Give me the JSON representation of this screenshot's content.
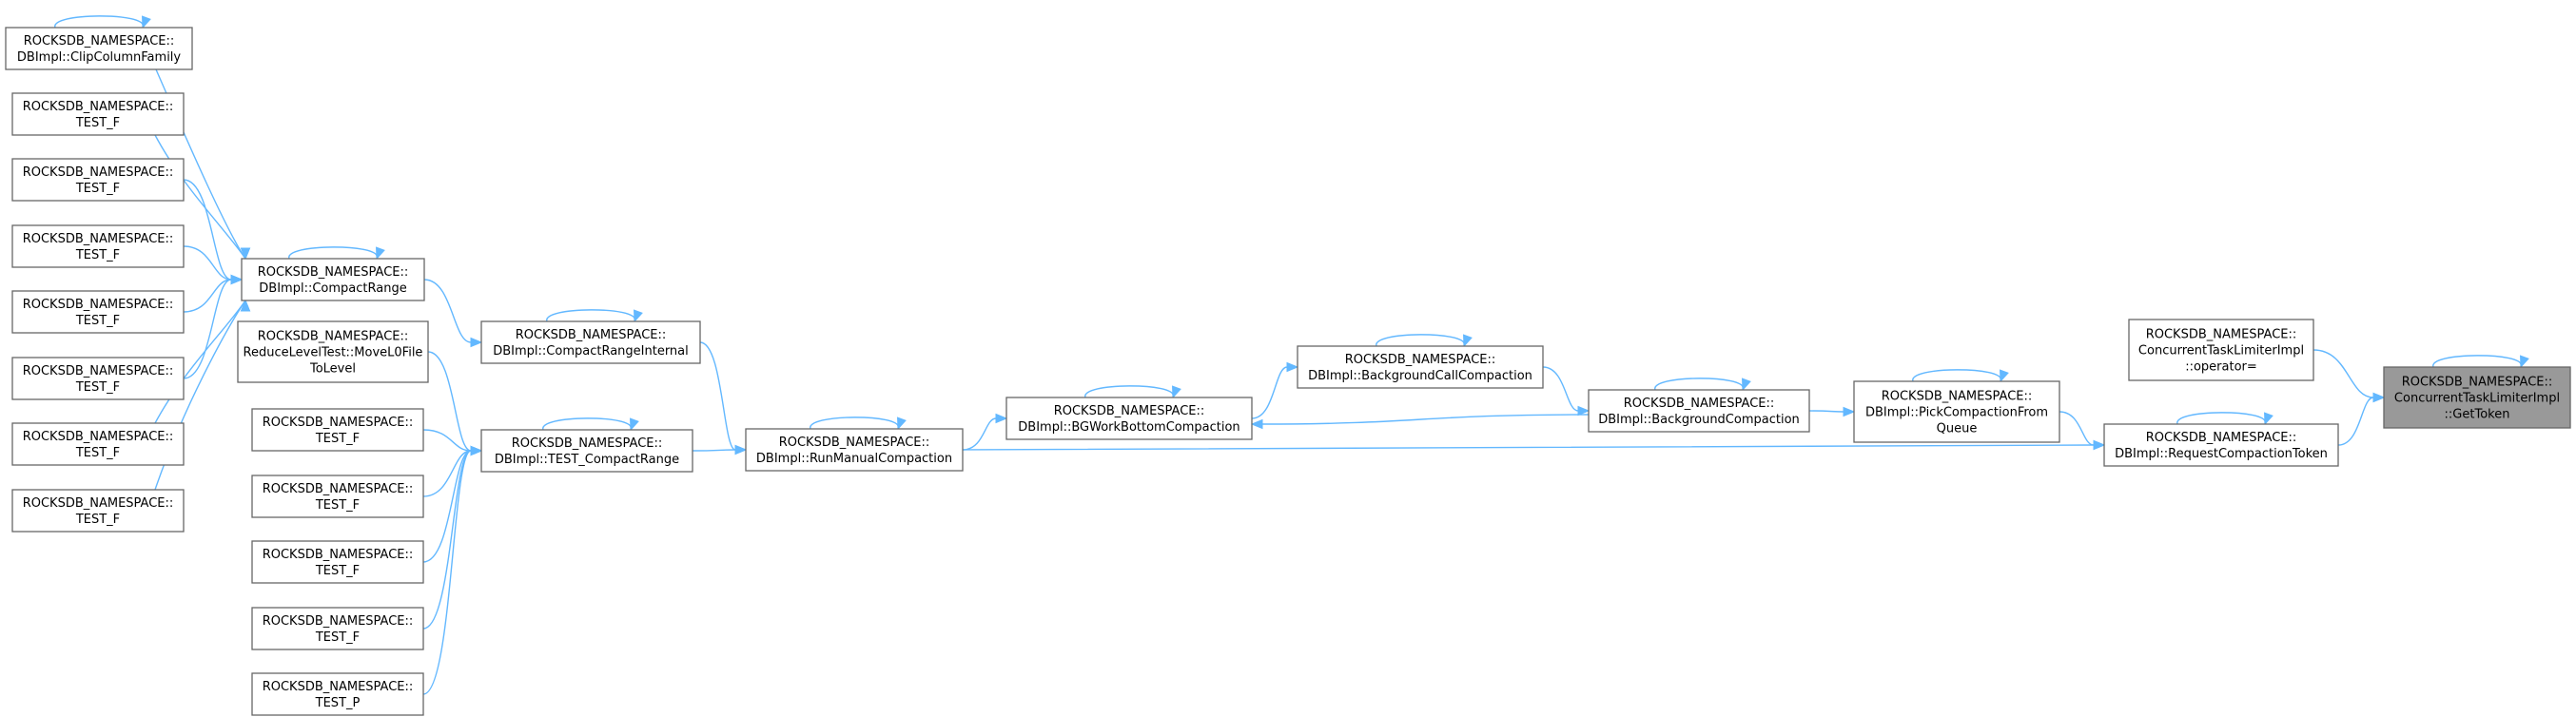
{
  "colors": {
    "edge": "#63b8ff",
    "node_border": "#666666",
    "root_fill": "#999999",
    "node_fill": "#ffffff"
  },
  "nodes": [
    {
      "id": "gettoken",
      "root": true,
      "lines": [
        "ROCKSDB_NAMESPACE::",
        "ConcurrentTaskLimiterImpl",
        "::GetToken"
      ]
    },
    {
      "id": "operator_eq",
      "lines": [
        "ROCKSDB_NAMESPACE::",
        "ConcurrentTaskLimiterImpl",
        "::operator="
      ]
    },
    {
      "id": "request_token",
      "lines": [
        "ROCKSDB_NAMESPACE::",
        "DBImpl::RequestCompactionToken"
      ]
    },
    {
      "id": "pick_compaction",
      "lines": [
        "ROCKSDB_NAMESPACE::",
        "DBImpl::PickCompactionFrom",
        "Queue"
      ]
    },
    {
      "id": "bg_compaction",
      "lines": [
        "ROCKSDB_NAMESPACE::",
        "DBImpl::BackgroundCompaction"
      ]
    },
    {
      "id": "bg_call_compaction",
      "lines": [
        "ROCKSDB_NAMESPACE::",
        "DBImpl::BackgroundCallCompaction"
      ]
    },
    {
      "id": "bg_work_bottom",
      "lines": [
        "ROCKSDB_NAMESPACE::",
        "DBImpl::BGWorkBottomCompaction"
      ]
    },
    {
      "id": "run_manual",
      "lines": [
        "ROCKSDB_NAMESPACE::",
        "DBImpl::RunManualCompaction"
      ]
    },
    {
      "id": "compact_range_internal",
      "lines": [
        "ROCKSDB_NAMESPACE::",
        "DBImpl::CompactRangeInternal"
      ]
    },
    {
      "id": "test_compact_range",
      "lines": [
        "ROCKSDB_NAMESPACE::",
        "DBImpl::TEST_CompactRange"
      ]
    },
    {
      "id": "compact_range",
      "lines": [
        "ROCKSDB_NAMESPACE::",
        "DBImpl::CompactRange"
      ]
    },
    {
      "id": "reduce_level",
      "lines": [
        "ROCKSDB_NAMESPACE::",
        "ReduceLevelTest::MoveL0File",
        "ToLevel"
      ]
    },
    {
      "id": "clip_cf",
      "lines": [
        "ROCKSDB_NAMESPACE::",
        "DBImpl::ClipColumnFamily"
      ]
    },
    {
      "id": "cr_test1",
      "lines": [
        "ROCKSDB_NAMESPACE::",
        "TEST_F"
      ]
    },
    {
      "id": "cr_test2",
      "lines": [
        "ROCKSDB_NAMESPACE::",
        "TEST_F"
      ]
    },
    {
      "id": "cr_test3",
      "lines": [
        "ROCKSDB_NAMESPACE::",
        "TEST_F"
      ]
    },
    {
      "id": "cr_test4",
      "lines": [
        "ROCKSDB_NAMESPACE::",
        "TEST_F"
      ]
    },
    {
      "id": "cr_test5",
      "lines": [
        "ROCKSDB_NAMESPACE::",
        "TEST_F"
      ]
    },
    {
      "id": "cr_test6",
      "lines": [
        "ROCKSDB_NAMESPACE::",
        "TEST_F"
      ]
    },
    {
      "id": "cr_test7",
      "lines": [
        "ROCKSDB_NAMESPACE::",
        "TEST_F"
      ]
    },
    {
      "id": "tcr_test1",
      "lines": [
        "ROCKSDB_NAMESPACE::",
        "TEST_F"
      ]
    },
    {
      "id": "tcr_test2",
      "lines": [
        "ROCKSDB_NAMESPACE::",
        "TEST_F"
      ]
    },
    {
      "id": "tcr_test3",
      "lines": [
        "ROCKSDB_NAMESPACE::",
        "TEST_F"
      ]
    },
    {
      "id": "tcr_test4",
      "lines": [
        "ROCKSDB_NAMESPACE::",
        "TEST_F"
      ]
    },
    {
      "id": "tcr_test5",
      "lines": [
        "ROCKSDB_NAMESPACE::",
        "TEST_P"
      ]
    }
  ],
  "edges": [
    {
      "from": "gettoken",
      "to": "gettoken"
    },
    {
      "from": "operator_eq",
      "to": "gettoken"
    },
    {
      "from": "request_token",
      "to": "gettoken"
    },
    {
      "from": "request_token",
      "to": "request_token"
    },
    {
      "from": "pick_compaction",
      "to": "request_token"
    },
    {
      "from": "run_manual",
      "to": "request_token"
    },
    {
      "from": "pick_compaction",
      "to": "pick_compaction"
    },
    {
      "from": "bg_compaction",
      "to": "pick_compaction"
    },
    {
      "from": "bg_compaction",
      "to": "bg_compaction"
    },
    {
      "from": "bg_call_compaction",
      "to": "bg_compaction"
    },
    {
      "from": "bg_compaction",
      "to": "bg_work_bottom"
    },
    {
      "from": "bg_call_compaction",
      "to": "bg_call_compaction"
    },
    {
      "from": "bg_work_bottom",
      "to": "bg_call_compaction"
    },
    {
      "from": "bg_work_bottom",
      "to": "bg_work_bottom"
    },
    {
      "from": "run_manual",
      "to": "bg_work_bottom"
    },
    {
      "from": "run_manual",
      "to": "run_manual"
    },
    {
      "from": "compact_range_internal",
      "to": "run_manual"
    },
    {
      "from": "test_compact_range",
      "to": "run_manual"
    },
    {
      "from": "compact_range_internal",
      "to": "compact_range_internal"
    },
    {
      "from": "compact_range",
      "to": "compact_range_internal"
    },
    {
      "from": "test_compact_range",
      "to": "test_compact_range"
    },
    {
      "from": "reduce_level",
      "to": "test_compact_range"
    },
    {
      "from": "tcr_test1",
      "to": "test_compact_range"
    },
    {
      "from": "tcr_test2",
      "to": "test_compact_range"
    },
    {
      "from": "tcr_test3",
      "to": "test_compact_range"
    },
    {
      "from": "tcr_test4",
      "to": "test_compact_range"
    },
    {
      "from": "tcr_test5",
      "to": "test_compact_range"
    },
    {
      "from": "compact_range",
      "to": "compact_range"
    },
    {
      "from": "clip_cf",
      "to": "compact_range"
    },
    {
      "from": "cr_test1",
      "to": "compact_range"
    },
    {
      "from": "cr_test2",
      "to": "compact_range"
    },
    {
      "from": "cr_test3",
      "to": "compact_range"
    },
    {
      "from": "cr_test4",
      "to": "compact_range"
    },
    {
      "from": "cr_test5",
      "to": "compact_range"
    },
    {
      "from": "cr_test6",
      "to": "compact_range"
    },
    {
      "from": "cr_test7",
      "to": "compact_range"
    },
    {
      "from": "clip_cf",
      "to": "clip_cf"
    }
  ]
}
